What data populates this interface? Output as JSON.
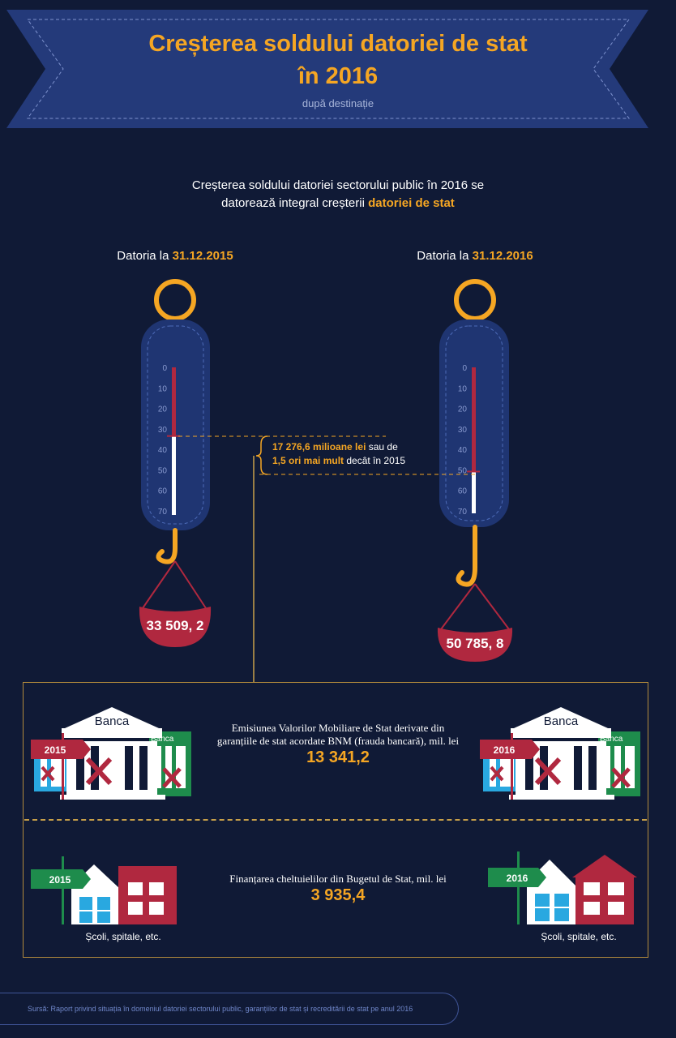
{
  "banner": {
    "title_line1": "Creșterea soldului datoriei de stat",
    "title_line2": "în 2016",
    "subtitle": "după destinație"
  },
  "intro": {
    "line1": "Creșterea soldului datoriei sectorului public în 2016 se",
    "line2_prefix": "datorează integral creșterii ",
    "line2_highlight": "datoriei de stat"
  },
  "scales": [
    {
      "label_prefix": "Datoria la ",
      "date": "31.12.2015",
      "weight": "33 509, 2",
      "level": 33.5
    },
    {
      "label_prefix": "Datoria la ",
      "date": "31.12.2016",
      "weight": "50 785, 8",
      "level": 50.8
    }
  ],
  "scale_ticks": [
    "0",
    "10",
    "20",
    "30",
    "40",
    "50",
    "60",
    "70"
  ],
  "callout": {
    "part1": "17 276,6 milioane lei",
    "part2": " sau de",
    "part3": "1,5 ori mai mult",
    "part4": " decât în 2015"
  },
  "rows": [
    {
      "description": "Emisiunea Valorilor Mobiliare de Stat derivate din garanțiile de stat acordate BNM (frauda bancară), mil. lei",
      "value": "13 341,2",
      "left_flag": "2015",
      "right_flag": "2016",
      "bank_label": "Banca",
      "bank_label_side": "Banca"
    },
    {
      "description": "Finanțarea cheltuielilor din Bugetul de Stat, mil. lei",
      "value": "3 935,4",
      "left_flag": "2015",
      "right_flag": "2016",
      "caption": "Școli, spitale, etc."
    }
  ],
  "source": "Sursă: Raport privind situația în domeniul datoriei sectorului public, garanțiilor de stat și recreditării de stat pe anul 2016",
  "colors": {
    "background": "#101a36",
    "banner": "#243a7a",
    "accent": "#f5a623",
    "red": "#b0283f",
    "scale_body": "#1f3572",
    "blue_bank": "#29a8e0",
    "green_bank": "#1e8c4c"
  }
}
